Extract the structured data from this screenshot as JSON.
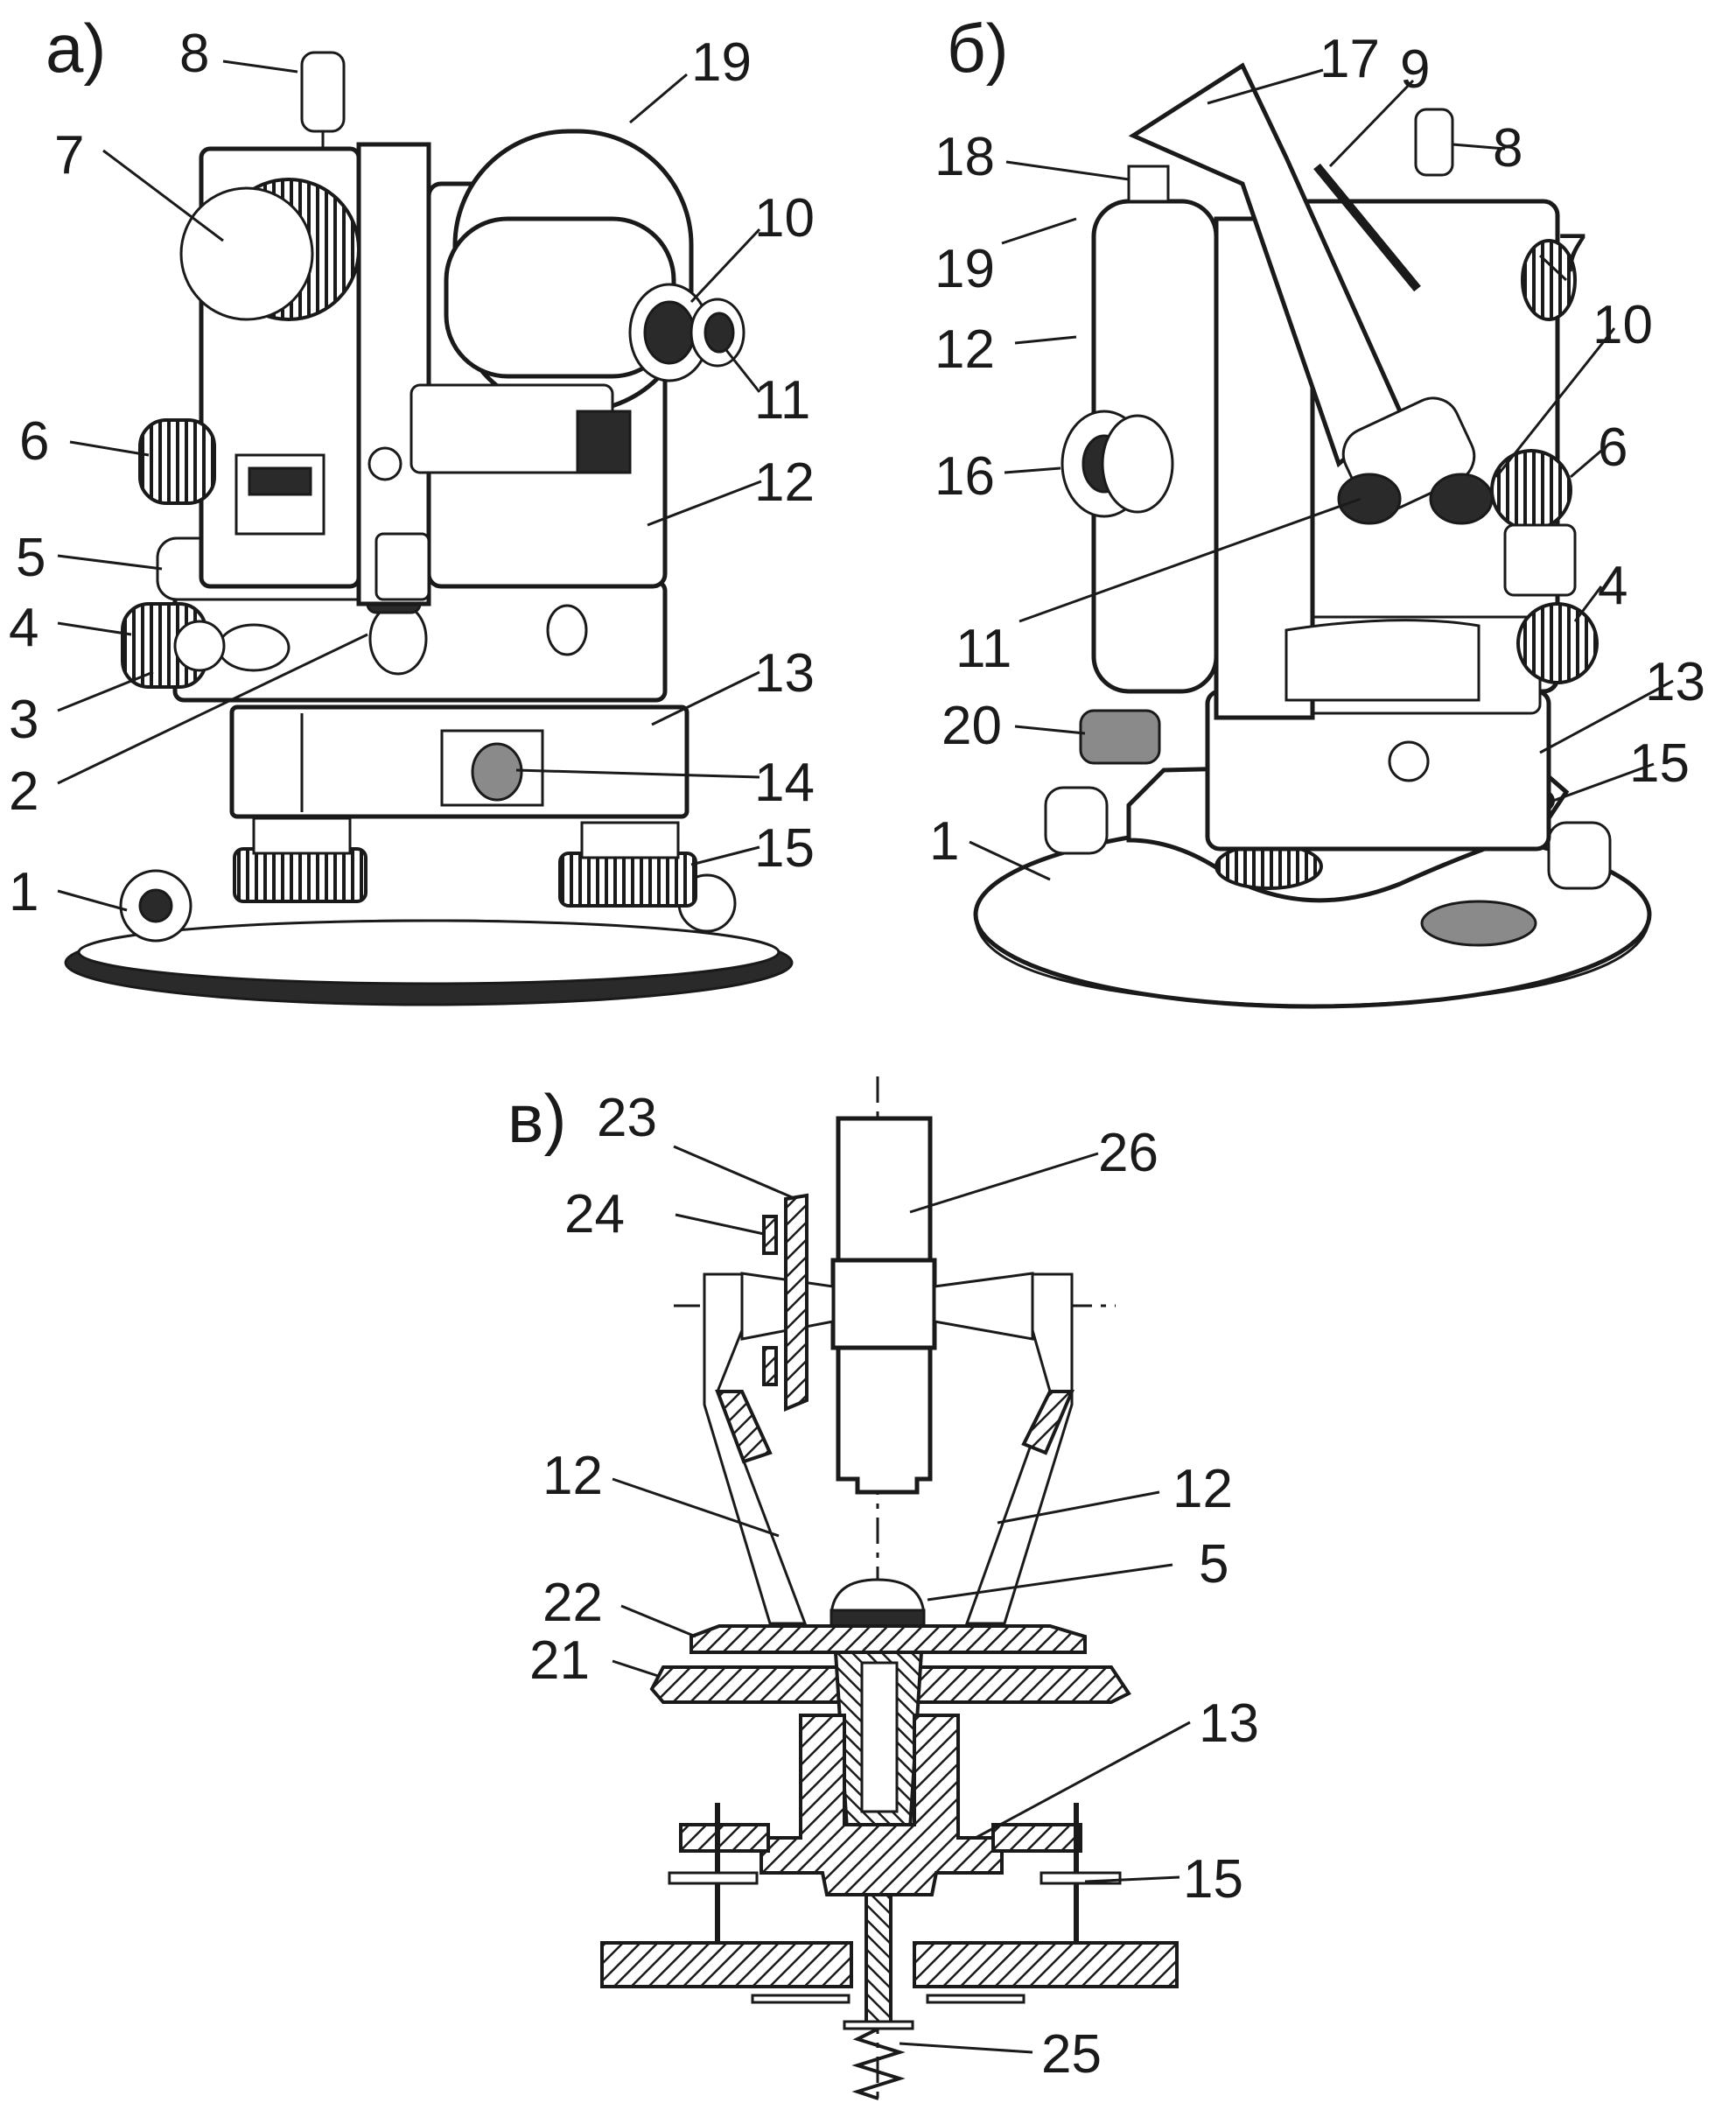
{
  "panels": [
    {
      "letter": "а)",
      "labels": [
        "8",
        "19",
        "7",
        "10",
        "11",
        "6",
        "12",
        "5",
        "4",
        "3",
        "13",
        "2",
        "14",
        "15",
        "1"
      ]
    },
    {
      "letter": "б)",
      "labels": [
        "17",
        "9",
        "18",
        "8",
        "19",
        "7",
        "12",
        "10",
        "16",
        "6",
        "11",
        "4",
        "13",
        "20",
        "15",
        "1"
      ]
    },
    {
      "letter": "в)",
      "labels": [
        "23",
        "26",
        "24",
        "12",
        "12",
        "5",
        "22",
        "21",
        "13",
        "15",
        "25"
      ]
    }
  ]
}
